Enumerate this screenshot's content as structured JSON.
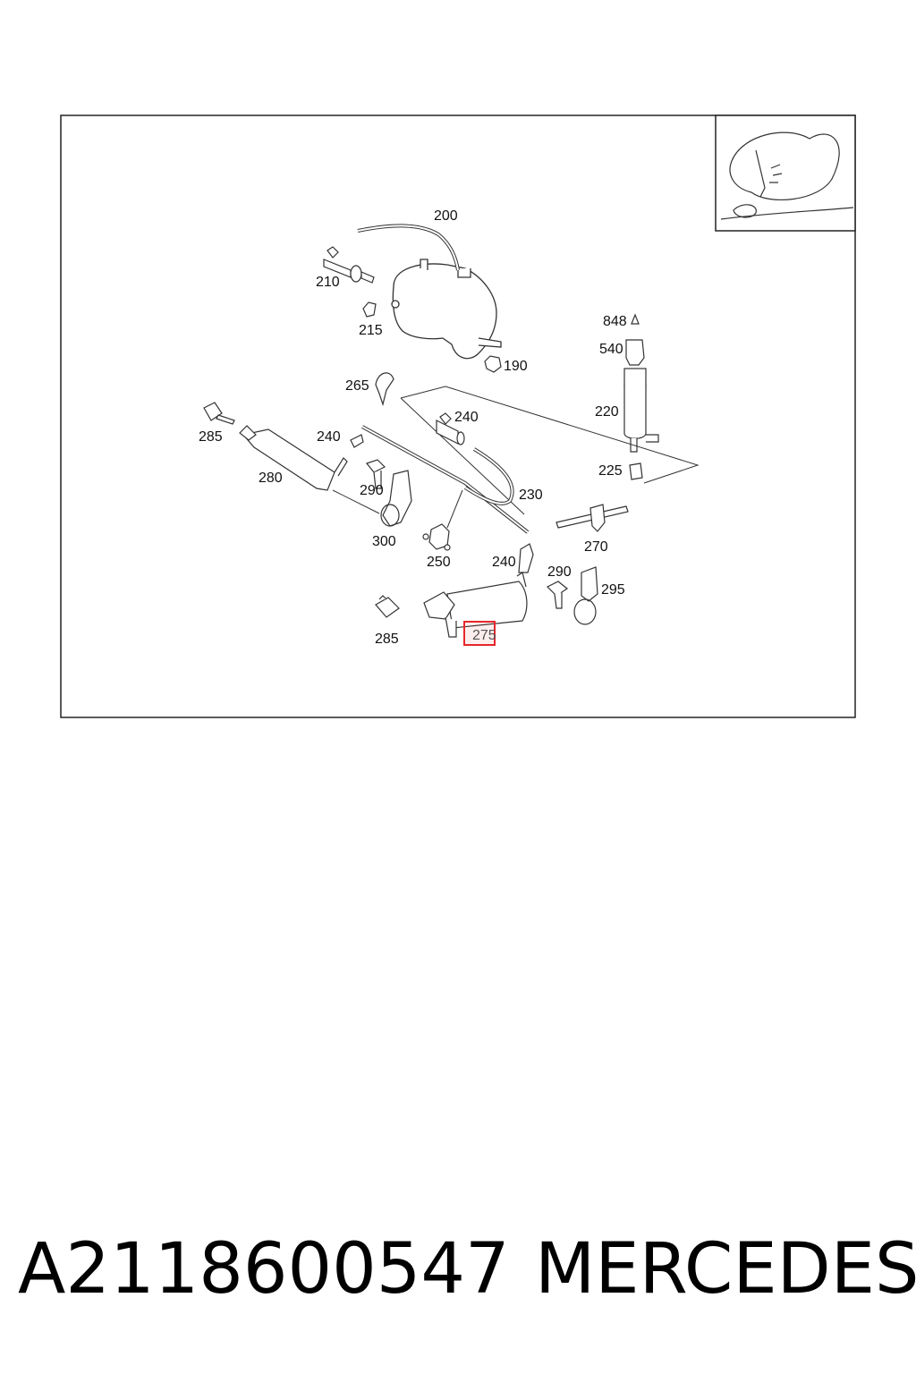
{
  "labels": {
    "l200": "200",
    "l210": "210",
    "l215": "215",
    "l190": "190",
    "l848": "848",
    "l540": "540",
    "l265": "265",
    "l240a": "240",
    "l220": "220",
    "l285a": "285",
    "l240b": "240",
    "l225": "225",
    "l280": "280",
    "l290a": "290",
    "l230": "230",
    "l270": "270",
    "l300": "300",
    "l250": "250",
    "l240c": "240",
    "l290b": "290",
    "l295": "295",
    "l285b": "285"
  },
  "highlighted": "275",
  "footer": {
    "part_number": "A2118600547",
    "brand": "MERCEDES"
  },
  "colors": {
    "frame": "#222222",
    "highlight": "#e8262a",
    "line": "#333333"
  }
}
